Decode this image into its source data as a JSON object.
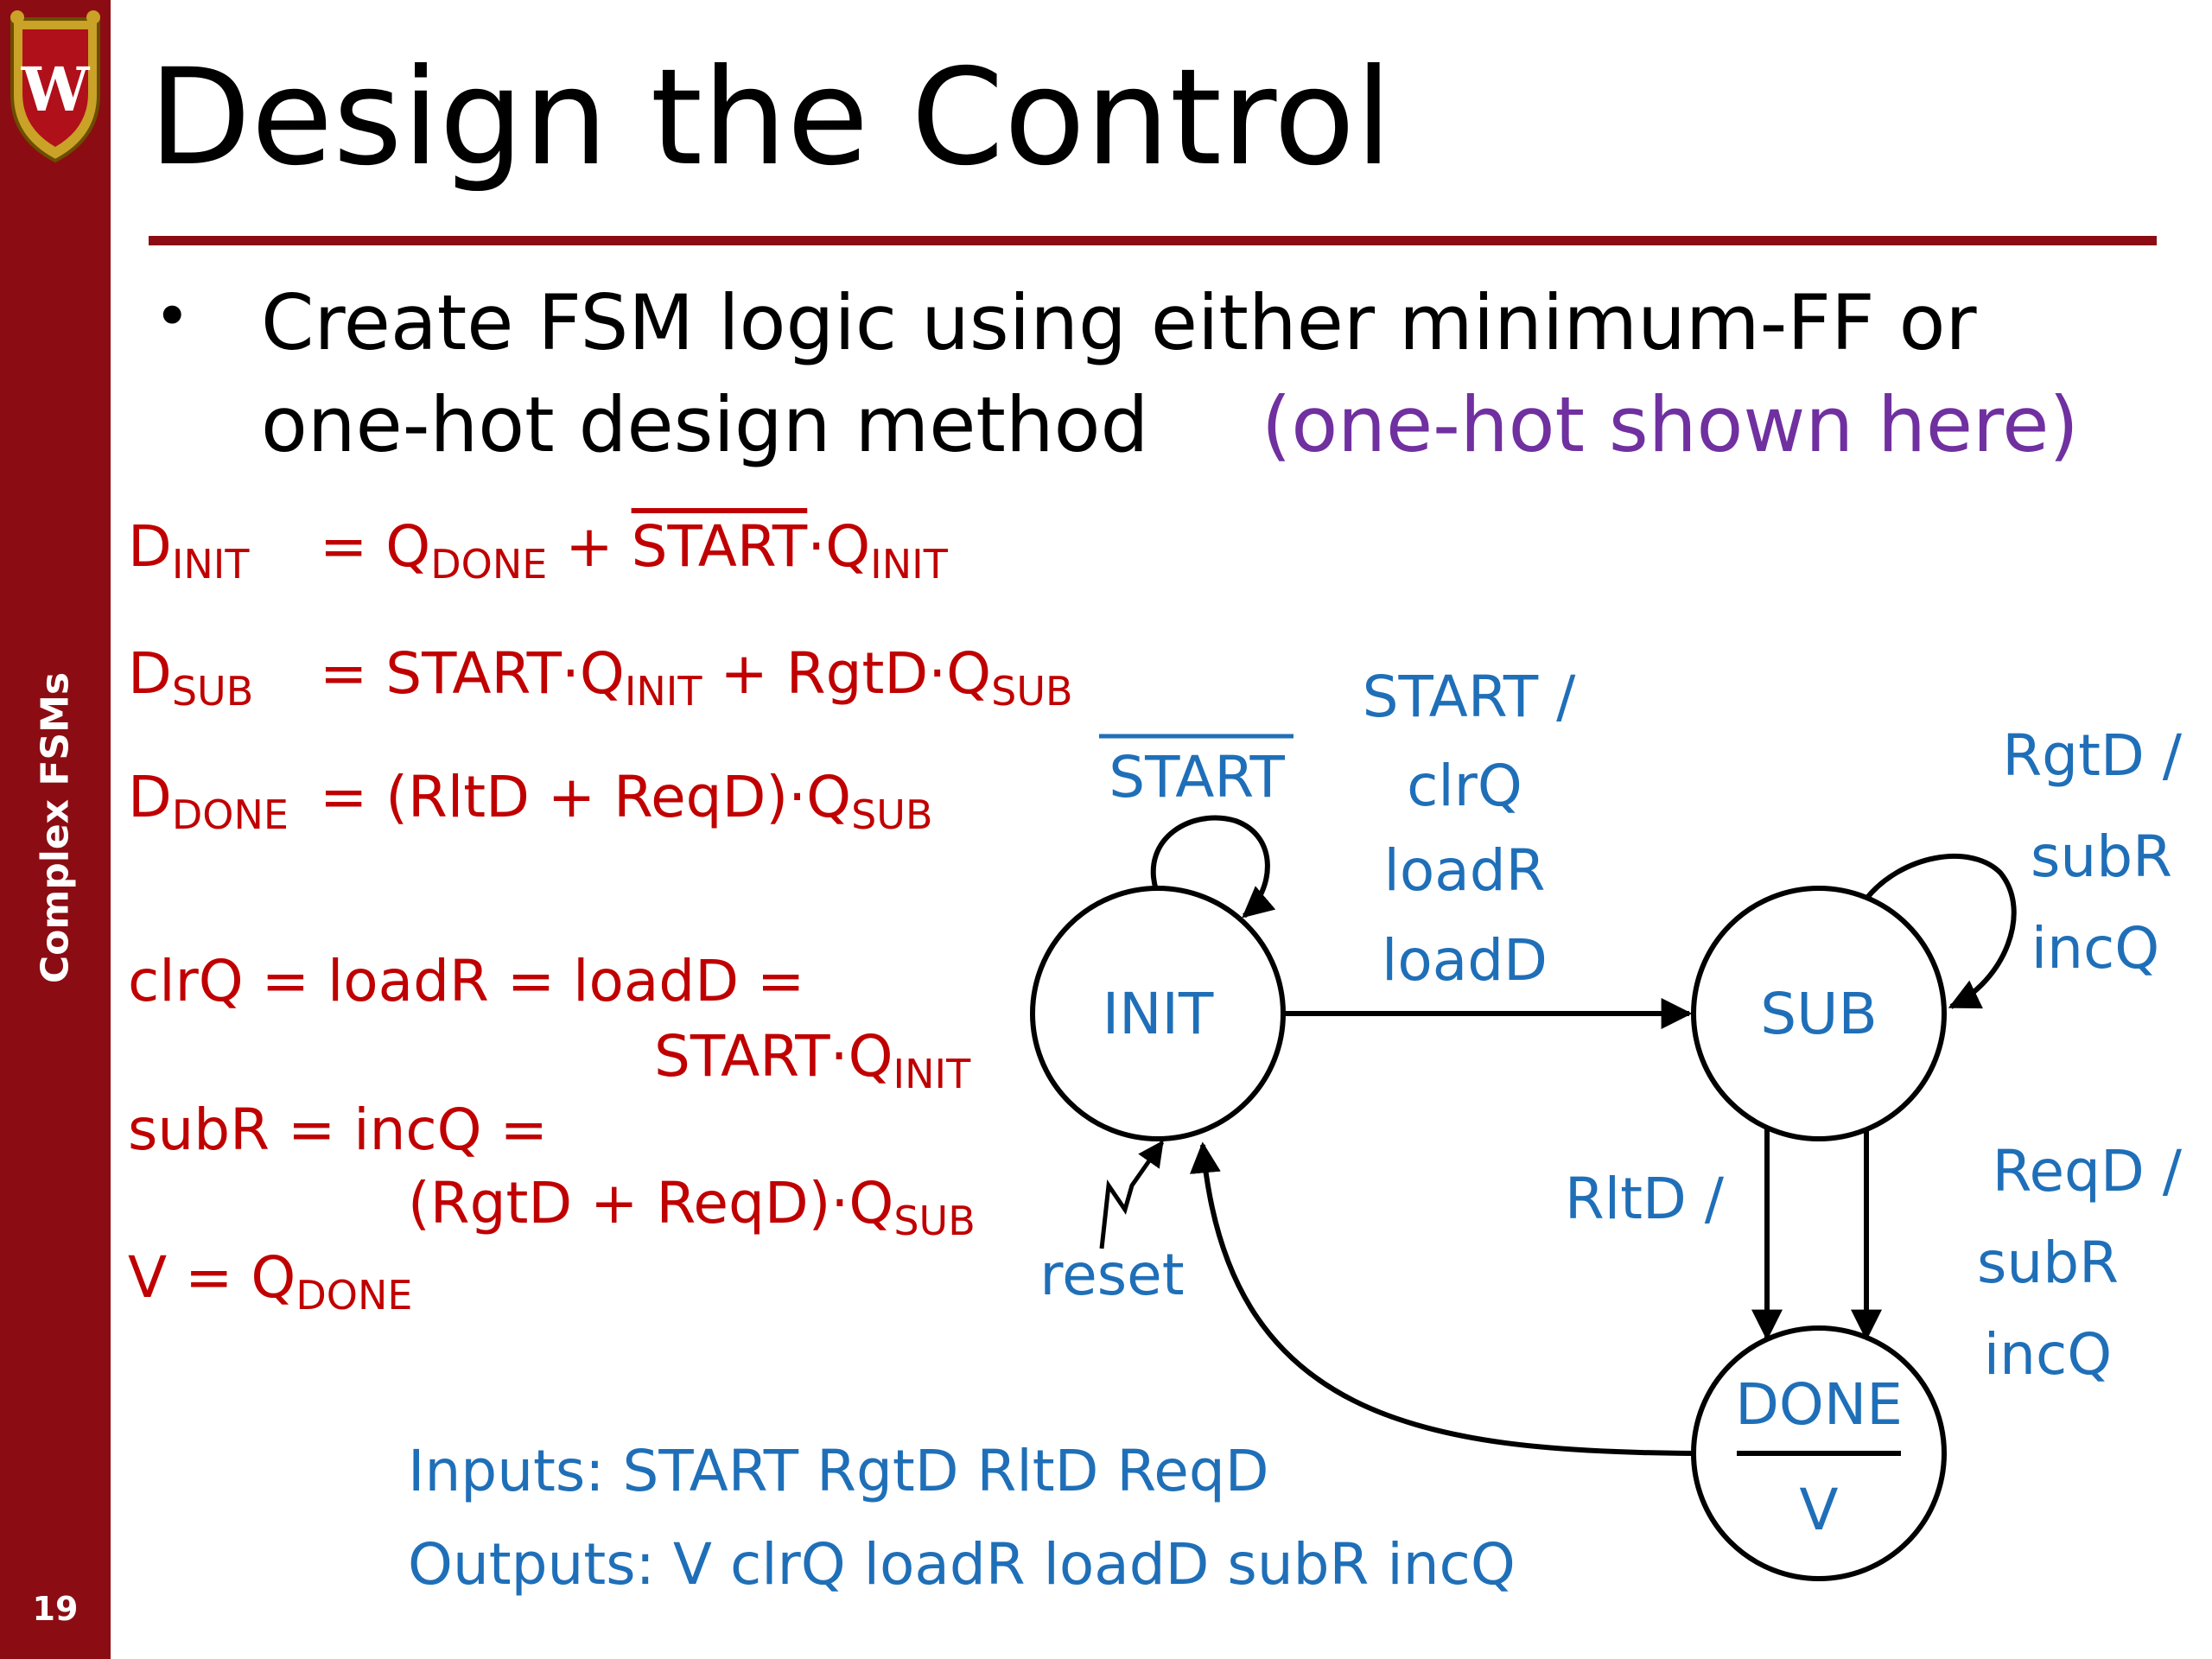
{
  "sidebar": {
    "section": "Complex FSMs",
    "slide_number": "19",
    "logo_letter": "W"
  },
  "title": "Design the Control",
  "bullet": {
    "line1": "Create FSM logic using either minimum-FF or",
    "line2": "one-hot design method",
    "note": "(one-hot shown here)"
  },
  "equations": {
    "d_init": {
      "lhs": "D",
      "lhs_sub": "INIT",
      "eq": "= Q",
      "done": "DONE",
      "plus": "+",
      "start_bar": "START",
      "dot": "·Q",
      "init": "INIT"
    },
    "d_sub": {
      "lhs": "D",
      "lhs_sub": "SUB",
      "eq": "= START·Q",
      "init": "INIT",
      "mid": "+ RgtD·Q",
      "sub": "SUB"
    },
    "d_done": {
      "lhs": "D",
      "lhs_sub": "DONE",
      "eq": "= (RltD + ReqD)·Q",
      "sub": "SUB"
    },
    "clrq_line1": "clrQ  = loadR = loadD =",
    "clrq_line2": {
      "text": "START·Q",
      "sub": "INIT"
    },
    "subr_line1": "subR = incQ =",
    "subr_line2": {
      "text": "(RgtD + ReqD)·Q",
      "sub": "SUB"
    },
    "v": {
      "text": "V = Q",
      "sub": "DONE"
    }
  },
  "diagram": {
    "states": {
      "init": "INIT",
      "sub": "SUB",
      "done": "DONE",
      "done_output": "V"
    },
    "labels": {
      "init_self": "START",
      "init_to_sub": [
        "START /",
        "clrQ",
        "loadR",
        "loadD"
      ],
      "sub_self": [
        "RgtD /",
        "subR",
        "incQ"
      ],
      "sub_to_done_rltd": "RltD /",
      "sub_to_done_reqd": [
        "ReqD /",
        "subR",
        "incQ"
      ],
      "reset": "reset"
    }
  },
  "io": {
    "inputs": "Inputs: START RgtD RltD ReqD",
    "outputs": "Outputs: V  clrQ  loadR  loadD  subR  incQ"
  },
  "colors": {
    "sidebar": "#8b0d13",
    "equations": "#c00000",
    "diagram_labels": "#1f6fb8",
    "note": "#7030a0"
  }
}
